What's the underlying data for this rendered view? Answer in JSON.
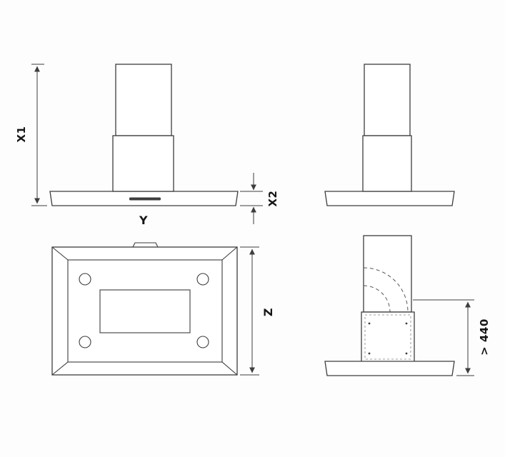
{
  "labels": {
    "total_height": "X1",
    "body_height": "X2",
    "width": "Y",
    "depth": "Z",
    "min_distance": "> 440"
  },
  "colors": {
    "line": "#3d3d3d",
    "text": "#161616",
    "background": "#fdfdfd"
  }
}
